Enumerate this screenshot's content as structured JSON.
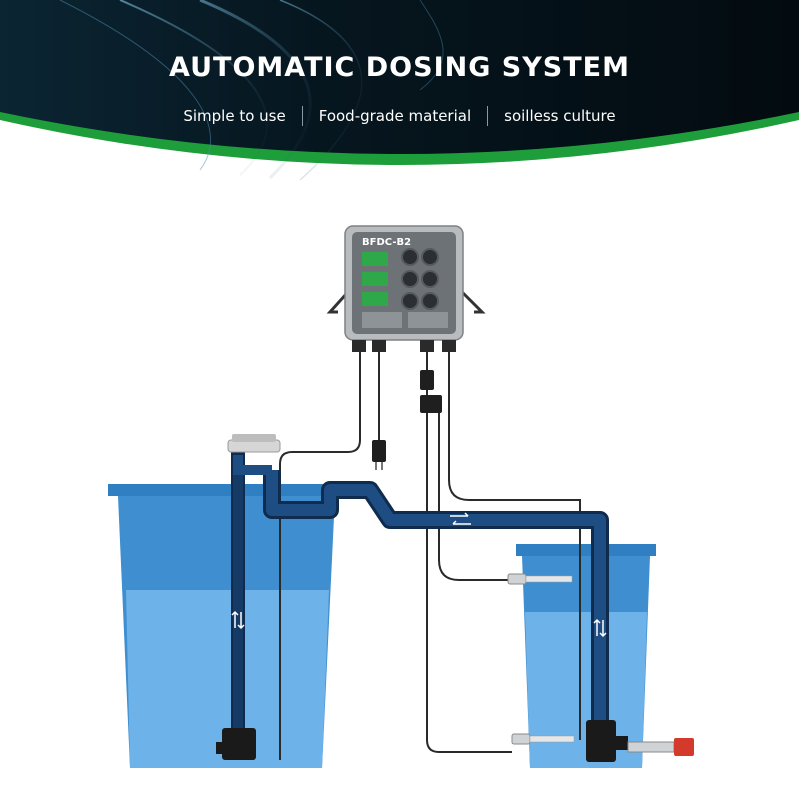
{
  "header": {
    "title": "AUTOMATIC DOSING SYSTEM",
    "features": [
      "Simple to use",
      "Food-grade material",
      "soilless culture"
    ]
  },
  "controller": {
    "model": "BFDC-B2"
  },
  "colors": {
    "banner_dark": "#05121a",
    "accent_green": "#1e9e3a",
    "tank_blue": "#3f8fd0",
    "water_blue": "#6db2e8",
    "pipe_navy": "#153a66",
    "panel_green": "#2fa84a"
  },
  "icons": [
    "flow-direction-arrows-icon",
    "power-plug-icon",
    "float-switch-icon",
    "pump-icon"
  ]
}
